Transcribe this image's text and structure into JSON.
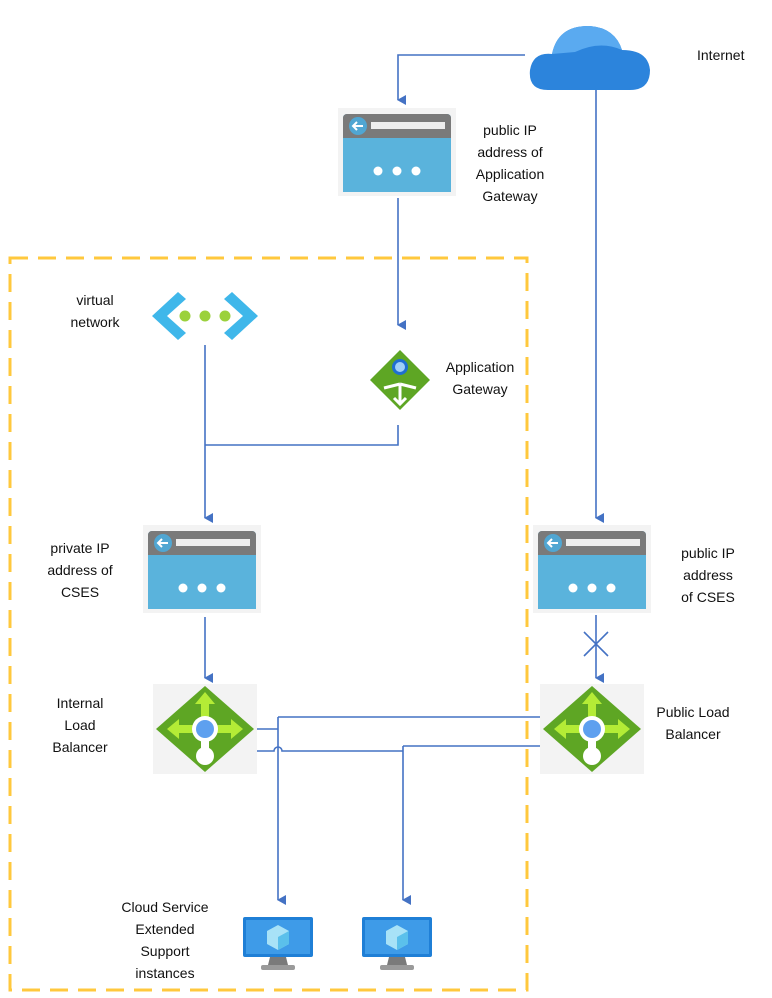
{
  "labels": {
    "internet": [
      "Internet"
    ],
    "public_ip_appgw": [
      "public IP",
      "address of",
      "Application",
      "Gateway"
    ],
    "app_gateway": [
      "Application",
      "Gateway"
    ],
    "virtual_network": [
      "virtual",
      "network"
    ],
    "private_ip_cses": [
      "private IP",
      "address of",
      "CSES"
    ],
    "public_ip_cses": [
      "public IP",
      "address",
      "of CSES"
    ],
    "internal_lb": [
      "Internal",
      "Load",
      "Balancer"
    ],
    "public_lb": [
      "Public Load",
      "Balancer"
    ],
    "cses_instances": [
      "Cloud Service",
      "Extended",
      "Support",
      "instances"
    ]
  },
  "colors": {
    "line": "#4472c4",
    "boundary": "#ffc83d",
    "green": "#5ea624",
    "blue": "#50a6d2"
  }
}
